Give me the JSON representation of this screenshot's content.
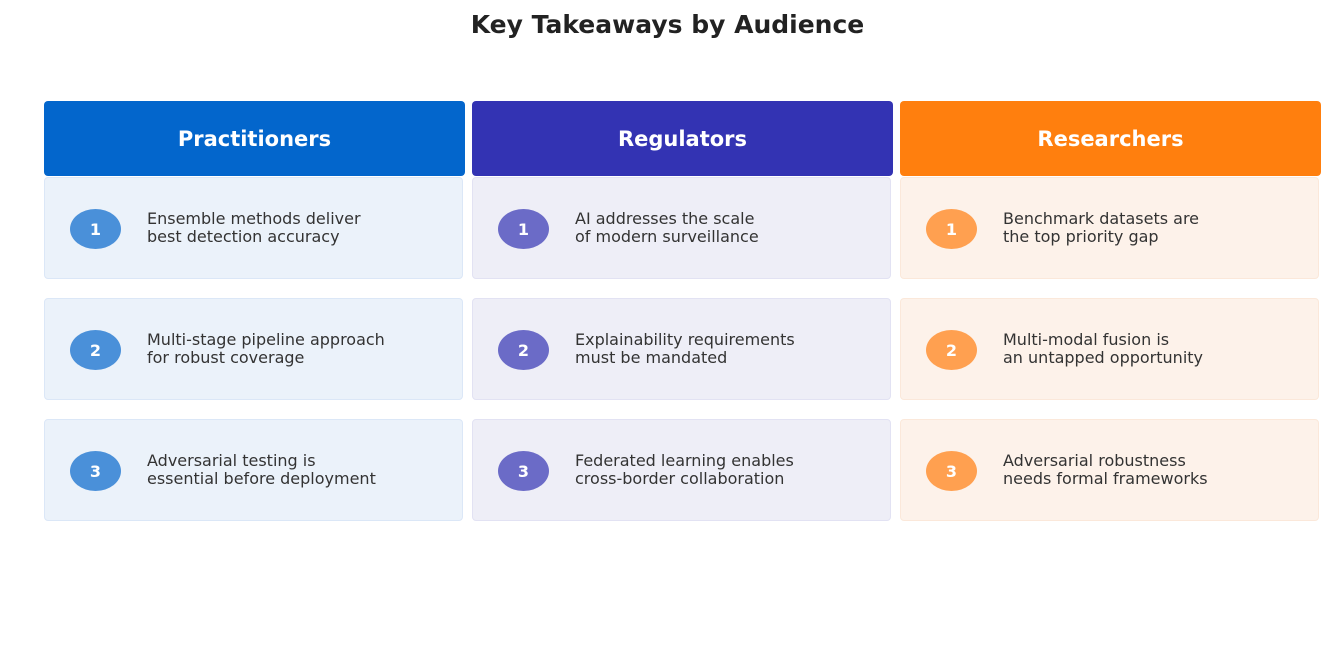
{
  "title": "Key Takeaways by Audience",
  "columns": [
    {
      "header": "Practitioners",
      "header_color": "#0366cc",
      "card_bg": "#ebf2fa",
      "card_border": "#dbe7f7",
      "badge_color": "#4a90d9",
      "items": [
        {
          "num": "1",
          "text": "Ensemble methods deliver\nbest detection accuracy"
        },
        {
          "num": "2",
          "text": "Multi-stage pipeline approach\nfor robust coverage"
        },
        {
          "num": "3",
          "text": "Adversarial testing is\nessential before deployment"
        }
      ]
    },
    {
      "header": "Regulators",
      "header_color": "#3333b3",
      "card_bg": "#eeeef7",
      "card_border": "#e2e2f3",
      "badge_color": "#6b6bc7",
      "items": [
        {
          "num": "1",
          "text": "AI addresses the scale\nof modern surveillance"
        },
        {
          "num": "2",
          "text": "Explainability requirements\nmust be mandated"
        },
        {
          "num": "3",
          "text": "Federated learning enables\ncross-border collaboration"
        }
      ]
    },
    {
      "header": "Researchers",
      "header_color": "#ff7f0e",
      "card_bg": "#fdf2ea",
      "card_border": "#fbe8da",
      "badge_color": "#ffa050",
      "items": [
        {
          "num": "1",
          "text": "Benchmark datasets are\nthe top priority gap"
        },
        {
          "num": "2",
          "text": "Multi-modal fusion is\nan untapped opportunity"
        },
        {
          "num": "3",
          "text": "Adversarial robustness\nneeds formal frameworks"
        }
      ]
    }
  ]
}
